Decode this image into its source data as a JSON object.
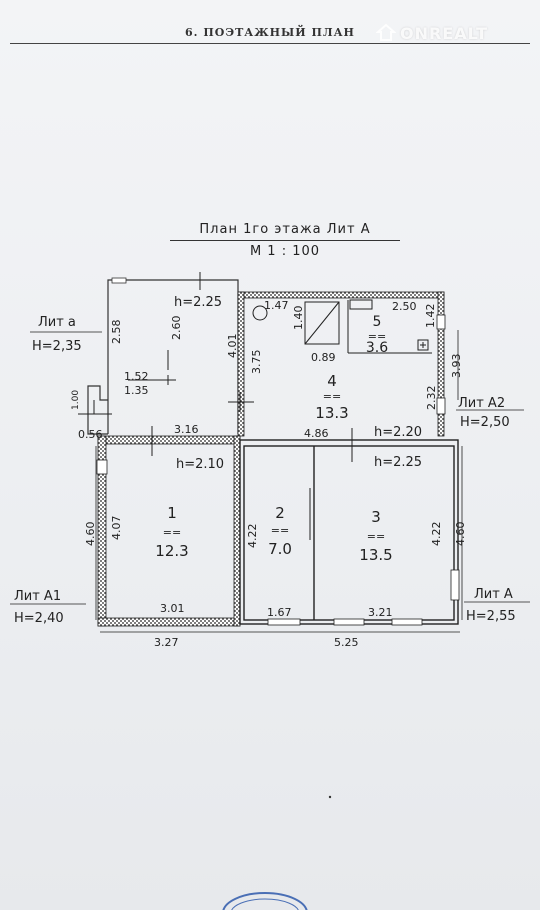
{
  "document": {
    "heading": "6. ПОЭТАЖНЫЙ ПЛАН",
    "watermark": "ONREALT",
    "plan_title": "План 1го этажа Лит А",
    "plan_scale": "М 1 : 100"
  },
  "labels": {
    "lit_a_small": "Лит а",
    "lit_a_small_h": "H=2,35",
    "lit_a2": "Лит А2",
    "lit_a2_h": "H=2,50",
    "lit_a1": "Лит А1",
    "lit_a1_h": "H=2,40",
    "lit_a": "Лит А",
    "lit_a_h": "H=2,55"
  },
  "rooms": {
    "r1_num": "1",
    "r1_sep": "==",
    "r1_area": "12.3",
    "r2_num": "2",
    "r2_sep": "==",
    "r2_area": "7.0",
    "r3_num": "3",
    "r3_sep": "==",
    "r3_area": "13.5",
    "r4_num": "4",
    "r4_sep": "==",
    "r4_area": "13.3",
    "r5_num": "5",
    "r5_sep": "==",
    "r5_area": "3.6"
  },
  "heights": {
    "h_225_top": "h=2.25",
    "h_210": "h=2.10",
    "h_220": "h=2.20",
    "h_225_r3": "h=2.25"
  },
  "dims": {
    "d258": "2.58",
    "d260": "2.60",
    "d152": "1.52",
    "d135": "1.35",
    "d100": "1.00",
    "d056": "0.56",
    "d316": "3.16",
    "d401": "4.01",
    "d375": "3.75",
    "d147": "1.47",
    "d140": "1.40",
    "d089": "0.89",
    "d250": "2.50",
    "d142": "1.42",
    "d393": "3.93",
    "d232": "2.32",
    "d486": "4.86",
    "d460_left": "4.60",
    "d407": "4.07",
    "d422_r2": "4.22",
    "d422_r3": "4.22",
    "d460_right": "4.60",
    "d301": "3.01",
    "d327": "3.27",
    "d167": "1.67",
    "d321": "3.21",
    "d525": "5.25"
  }
}
